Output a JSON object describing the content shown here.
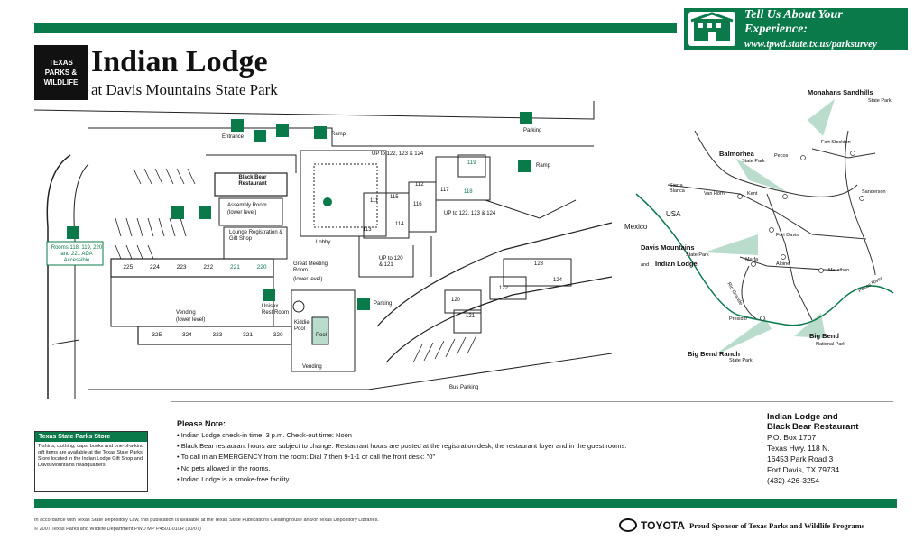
{
  "header": {
    "logo_line1": "TEXAS",
    "logo_line2": "PARKS &",
    "logo_line3": "WILDLIFE",
    "title": "Indian Lodge",
    "subtitle": "at Davis Mountains State Park"
  },
  "survey": {
    "line1": "Tell Us About Your Experience:",
    "line2": "www.tpwd.state.tx.us/parksurvey"
  },
  "floorplan": {
    "labels": {
      "entrance": "Entrance",
      "ramp1": "Ramp",
      "ramp2": "Ramp",
      "parking": "Parking",
      "restaurant": "Black Bear Restaurant",
      "assembly": "Assembly Room",
      "assembly_sub": "(lower level)",
      "lounge": "Lounge Registration & Gift Shop",
      "lobby": "Lobby",
      "great_meeting": "Great Meeting Room",
      "great_meeting_sub": "(lower level)",
      "vending1": "Vending",
      "vending1_sub": "(lower level)",
      "vending2": "Vending",
      "unisex": "Unisex Rest Room",
      "kiddie": "Kiddie Pool",
      "pool": "Pool",
      "parking2": "Parking",
      "bus_parking": "Bus Parking",
      "ada": "Rooms 118, 119, 220 and 221 ADA Accessible",
      "up1": "UP to 122, 123 & 124",
      "up2": "UP to 122, 123 & 124",
      "up3": "UP to 120 & 121"
    },
    "rooms_upper": [
      "225",
      "224",
      "223",
      "222",
      "221",
      "220"
    ],
    "rooms_lower": [
      "325",
      "324",
      "323",
      "321",
      "320"
    ],
    "rooms_mid": [
      "111",
      "115",
      "116",
      "112",
      "117",
      "114",
      "113",
      "118",
      "119"
    ],
    "rooms_right": [
      "123",
      "122",
      "124",
      "120",
      "121"
    ]
  },
  "regional_map": {
    "labels": {
      "monahans": "Monahans Sandhills",
      "monahans_sub": "State Park",
      "balmorhea": "Balmorhea",
      "balmorhea_sub": "State Park",
      "davis": "Davis Mountains",
      "davis_sub": "State Park",
      "and": "and",
      "indian_lodge": "Indian Lodge",
      "bigbend": "Big Bend",
      "bigbend_sub": "National Park",
      "bigbend_ranch": "Big Bend Ranch",
      "bigbend_ranch_sub": "State Park",
      "mexico": "Mexico",
      "usa": "USA",
      "sierra_blanca": "Sierra Blanca",
      "van_horn": "Van Horn",
      "kent": "Kent",
      "pecos": "Pecos",
      "fort_stockton": "Fort Stockton",
      "fort_davis": "Fort Davis",
      "alpine": "Alpine",
      "marfa": "Marfa",
      "marathon": "Marathon",
      "presidio": "Presidio",
      "sanderson": "Sanderson",
      "rio_grande": "Rio Grande",
      "pecos_river": "Pecos River"
    }
  },
  "store": {
    "title": "Texas State Parks Store",
    "body": "T-shirts, clothing, caps, books and one-of-a-kind gift items are available at the Texas State Parks Store located in the Indian Lodge Gift Shop and Davis Mountains headquarters."
  },
  "notes": {
    "title": "Please Note:",
    "items": [
      "Indian Lodge check-in time:  3 p.m.  Check-out time:  Noon",
      "Black Bear restaurant hours are subject to change.  Restaurant hours are posted at the registration desk, the restaurant foyer and in the guest rooms.",
      "To call in an EMERGENCY from the room: Dial 7 then 9-1-1 or call the front desk: \"0\"",
      "No pets allowed in the rooms.",
      "Indian Lodge is a smoke-free facility."
    ]
  },
  "address": {
    "name1": "Indian Lodge and",
    "name2": "Black Bear Restaurant",
    "line1": "P.O. Box 1707",
    "line2": "Texas Hwy. 118 N.",
    "line3": "16453 Park Road 3",
    "line4": "Fort Davis, TX 79734",
    "phone": "(432) 426-3254"
  },
  "footer": {
    "fine1": "In accordance with Texas State Depository Law, this publication is available at the Texas State Publications Clearinghouse and/or Texas Depository Libraries.",
    "fine2": "© 2007 Texas Parks and Wildlife Department   PWD MP P4501-010R (10/07)",
    "toyota": "TOYOTA",
    "sponsor": "Proud Sponsor of Texas Parks and Wildlife Programs"
  },
  "colors": {
    "accent": "#0b7a4a",
    "highlight": "#b9dccd"
  }
}
